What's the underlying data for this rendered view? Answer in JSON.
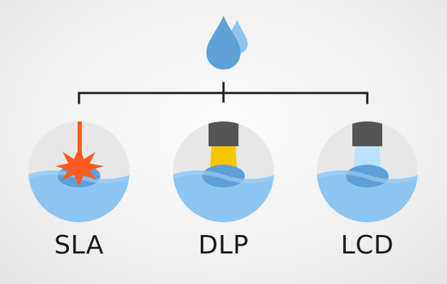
{
  "colors": {
    "drop_main": "#5ea2d8",
    "drop_back": "#8fc4ef",
    "connector": "#1a1a1a",
    "circle_bg": "#e8e8e8",
    "circle_shade": "#dcdcdc",
    "resin_light": "#8dc5f2",
    "resin_dark": "#5f9fd8",
    "laser": "#ff5a1f",
    "dlp_beam": "#f7c600",
    "lcd_beam": "#b9e3fb",
    "projector": "#555555"
  },
  "icons": {
    "resin_drop": "water-drop-icon",
    "laser": "laser-icon",
    "projector": "projector-icon",
    "lcd_light": "light-source-icon"
  },
  "methods": [
    {
      "label": "SLA"
    },
    {
      "label": "DLP"
    },
    {
      "label": "LCD"
    }
  ]
}
